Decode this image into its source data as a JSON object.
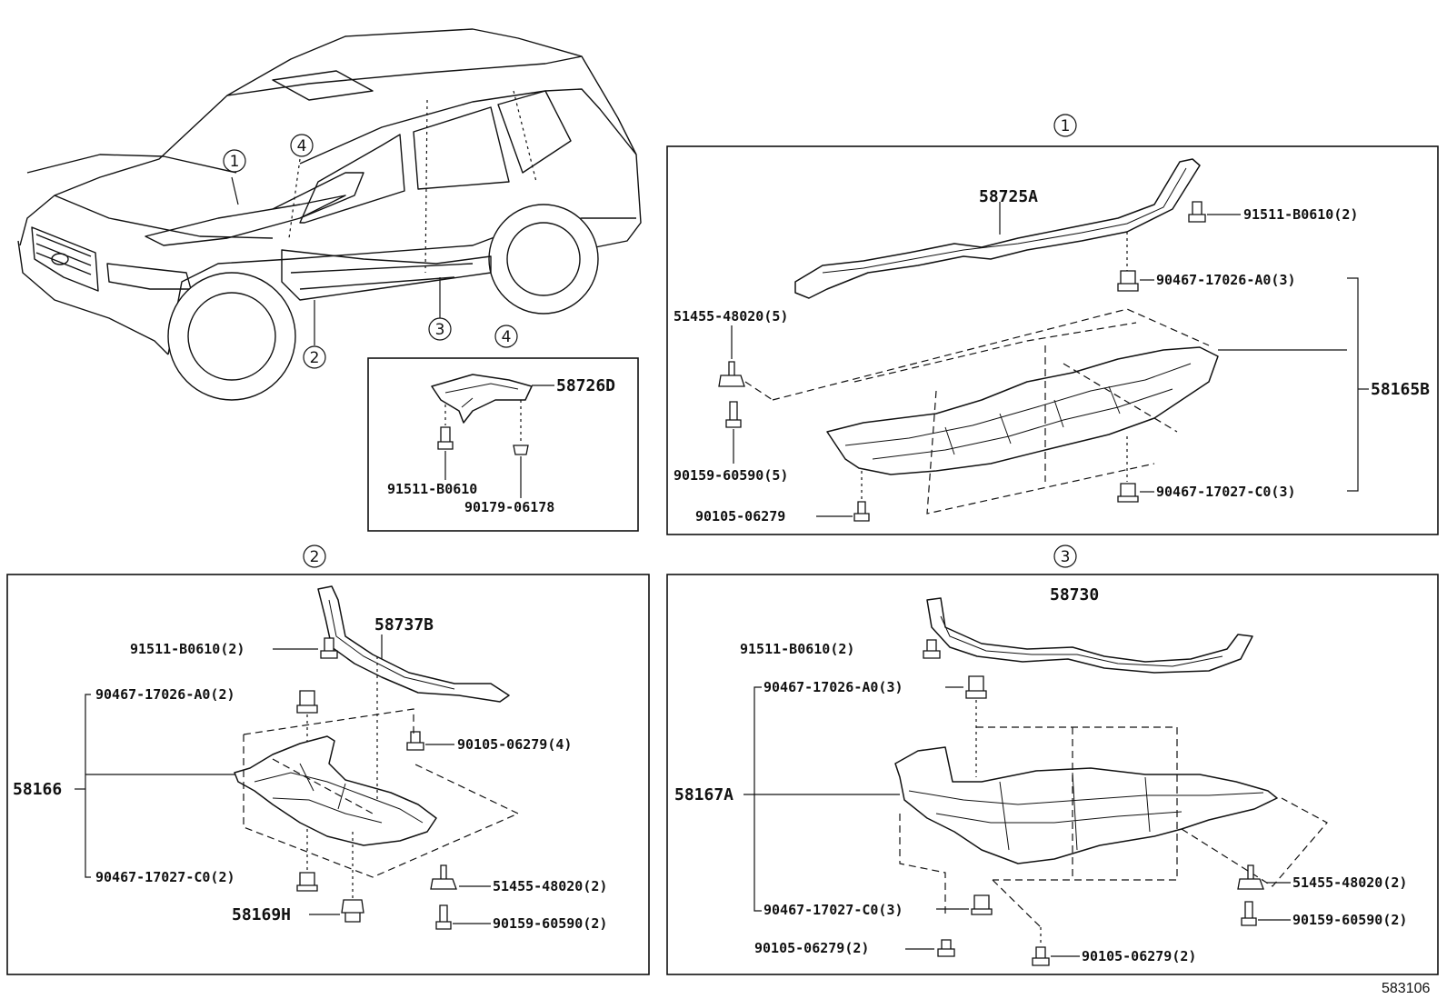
{
  "diagram_id": "583106",
  "callouts": {
    "c1": "1",
    "c2": "2",
    "c3": "3",
    "c4": "4"
  },
  "section1": {
    "part_58725A": "58725A",
    "bolt_91511": "91511-B0610(2)",
    "nut_90467_A0": "90467-17026-A0(3)",
    "clip_51455": "51455-48020(5)",
    "main_58165B": "58165B",
    "screw_90159": "90159-60590(5)",
    "nut_90467_C0": "90467-17027-C0(3)",
    "bolt_90105": "90105-06279"
  },
  "section4": {
    "part_58726D": "58726D",
    "bolt_91511": "91511-B0610",
    "clip_90179": "90179-06178"
  },
  "section2": {
    "part_58737B": "58737B",
    "bolt_91511": "91511-B0610(2)",
    "nut_90467_A0": "90467-17026-A0(2)",
    "bolt_90105": "90105-06279(4)",
    "main_58166": "58166",
    "nut_90467_C0": "90467-17027-C0(2)",
    "clip_51455": "51455-48020(2)",
    "plug_58169H": "58169H",
    "screw_90159": "90159-60590(2)"
  },
  "section3": {
    "part_58730": "58730",
    "bolt_91511": "91511-B0610(2)",
    "nut_90467_A0": "90467-17026-A0(3)",
    "main_58167A": "58167A",
    "clip_51455": "51455-48020(2)",
    "screw_90159": "90159-60590(2)",
    "nut_90467_C0": "90467-17027-C0(3)",
    "bolt_90105_left": "90105-06279(2)",
    "bolt_90105_right": "90105-06279(2)"
  }
}
